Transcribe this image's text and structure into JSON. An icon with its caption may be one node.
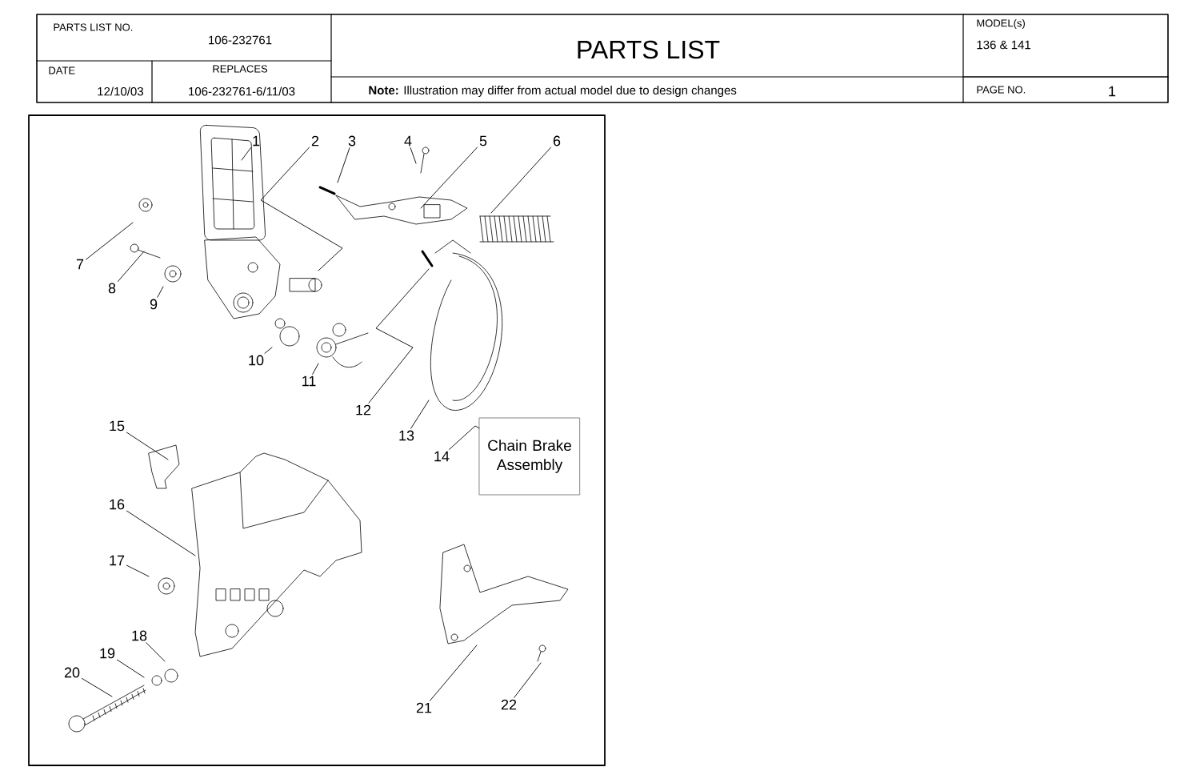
{
  "diagram": {
    "title": "PARTS LIST",
    "nodes": [
      {
        "text": [
          "1"
        ]
      },
      {
        "text": [
          "2"
        ]
      },
      {
        "text": [
          "3"
        ]
      },
      {
        "text": [
          "4"
        ]
      },
      {
        "text": [
          "5"
        ]
      },
      {
        "text": [
          "6"
        ]
      },
      {
        "text": [
          "7"
        ]
      },
      {
        "text": [
          "8"
        ]
      },
      {
        "text": [
          "9"
        ]
      },
      {
        "text": [
          "10"
        ]
      },
      {
        "text": [
          "11"
        ]
      },
      {
        "text": [
          "12"
        ]
      },
      {
        "text": [
          "13"
        ]
      },
      {
        "text": [
          "14"
        ]
      },
      {
        "text": [
          "15"
        ]
      },
      {
        "text": [
          "16"
        ]
      },
      {
        "text": [
          "17"
        ]
      },
      {
        "text": [
          "18"
        ]
      },
      {
        "text": [
          "19"
        ]
      },
      {
        "text": [
          "20"
        ]
      },
      {
        "text": [
          "21"
        ]
      },
      {
        "text": [
          "22"
        ]
      },
      {
        "text": [
          "Chain Brake Assembly"
        ]
      }
    ],
    "edges": [
      {
        "from": 0,
        "to": null,
        "arrow": "none"
      },
      {
        "from": 1,
        "to": null,
        "arrow": "none"
      },
      {
        "from": 2,
        "to": null,
        "arrow": "none"
      },
      {
        "from": 3,
        "to": null,
        "arrow": "none"
      },
      {
        "from": 4,
        "to": null,
        "arrow": "none"
      },
      {
        "from": 5,
        "to": null,
        "arrow": "none"
      },
      {
        "from": 6,
        "to": null,
        "arrow": "none"
      },
      {
        "from": 7,
        "to": null,
        "arrow": "none"
      },
      {
        "from": 8,
        "to": null,
        "arrow": "none"
      },
      {
        "from": 9,
        "to": null,
        "arrow": "none"
      },
      {
        "from": 10,
        "to": null,
        "arrow": "none"
      },
      {
        "from": 11,
        "to": null,
        "arrow": "none"
      },
      {
        "from": 12,
        "to": null,
        "arrow": "none"
      },
      {
        "from": 13,
        "to": 22,
        "arrow": "none"
      },
      {
        "from": 14,
        "to": null,
        "arrow": "none"
      },
      {
        "from": 15,
        "to": null,
        "arrow": "none"
      },
      {
        "from": 16,
        "to": null,
        "arrow": "none"
      },
      {
        "from": 17,
        "to": null,
        "arrow": "none"
      },
      {
        "from": 18,
        "to": null,
        "arrow": "none"
      },
      {
        "from": 19,
        "to": null,
        "arrow": "none"
      },
      {
        "from": 20,
        "to": null,
        "arrow": "none"
      },
      {
        "from": 21,
        "to": null,
        "arrow": "none"
      }
    ],
    "labels": [
      "PARTS LIST NO.",
      "106-232761",
      "DATE",
      "12/10/03",
      "REPLACES",
      "106-232761-6/11/03",
      "**Note:** Illustration may differ from actual model due to design changes",
      "MODEL(s)",
      "136 & 141",
      "PAGE NO.",
      "1"
    ]
  }
}
